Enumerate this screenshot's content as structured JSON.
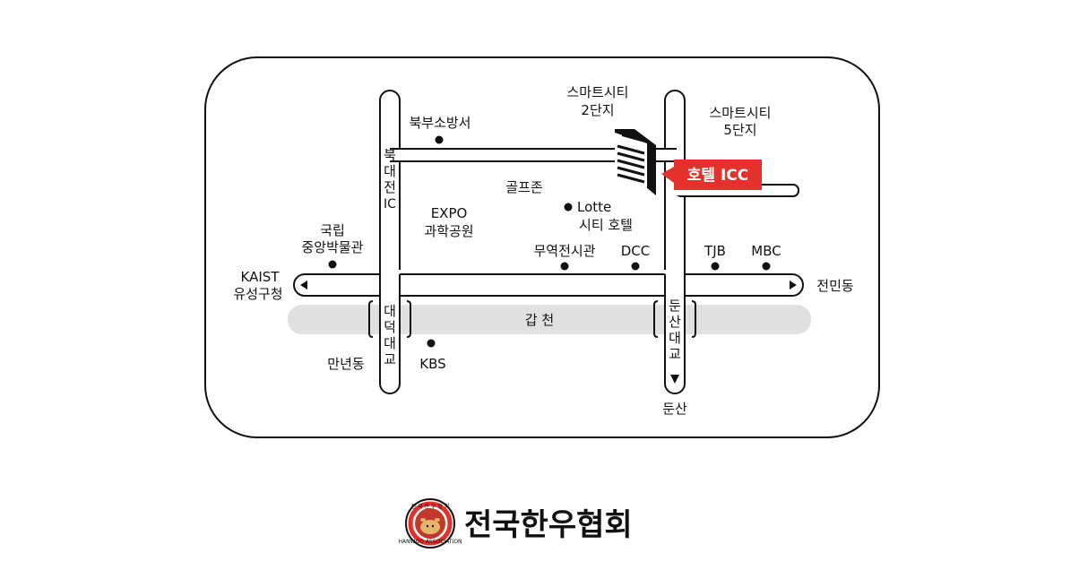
{
  "map": {
    "places": {
      "smart_city_2": [
        "스마트시티",
        "2단지"
      ],
      "smart_city_5": [
        "스마트시티",
        "5단지"
      ],
      "fire_station": "북부소방서",
      "golf_zone": "골프존",
      "expo_park": [
        "EXPO",
        "과학공원"
      ],
      "lotte_hotel": [
        "Lotte",
        "시티 호텔"
      ],
      "trade_center": "무역전시관",
      "dcc": "DCC",
      "tjb": "TJB",
      "mbc": "MBC",
      "national_museum": [
        "국립",
        "중앙박물관"
      ],
      "kaist": [
        "KAIST",
        "유성구청"
      ],
      "jeonmin": "전민동",
      "manyeon": "만년동",
      "kbs": "KBS",
      "dunsan": "둔산"
    },
    "roads": {
      "north_ic": [
        "북",
        "대",
        "전",
        "IC"
      ],
      "daedeok_bridge": [
        "대",
        "덕",
        "대",
        "교"
      ],
      "dunsan_bridge": [
        "둔",
        "산",
        "대",
        "교"
      ],
      "gapcheon": "갑 천"
    },
    "hotel_label": "호텔 ICC",
    "accent_color": "#e4312b",
    "river_color": "#e0e0e0"
  },
  "footer": {
    "org_name": "전국한우협회",
    "seal_top": "전 국 한 우 협 회",
    "seal_bottom": "HANWOO ASSOCIATION"
  }
}
